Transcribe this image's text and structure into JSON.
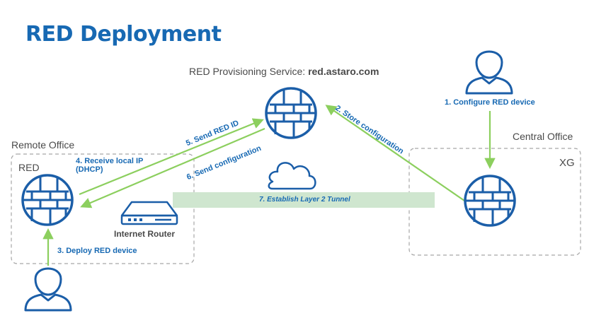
{
  "title": "RED Deployment",
  "provisioning": {
    "label_prefix": "RED Provisioning Service: ",
    "label_host": "red.astaro.com"
  },
  "remote_office": {
    "label": "Remote Office",
    "device_label": "RED",
    "router_label": "Internet Router"
  },
  "central_office": {
    "label": "Central Office",
    "device_label": "XG"
  },
  "steps": {
    "s1": "1. Configure RED device",
    "s2": "2. Store configuration",
    "s3": "3. Deploy RED device",
    "s4a": "4. Receive local IP",
    "s4b": "(DHCP)",
    "s5": "5. Send RED ID",
    "s6": "6. Send configuration",
    "s7": "7. Establish Layer 2 Tunnel"
  },
  "colors": {
    "title": "#1769b3",
    "icon": "#1b5ea8",
    "arrow": "#8ccf5e",
    "tunnel": "#cfe6cf",
    "dashed_box": "#a6a6a6",
    "step_text": "#1769b3"
  },
  "icons": {
    "firewall": "brick-firewall-icon",
    "user": "person-silhouette-icon",
    "cloud": "cloud-icon",
    "router": "router-icon"
  }
}
